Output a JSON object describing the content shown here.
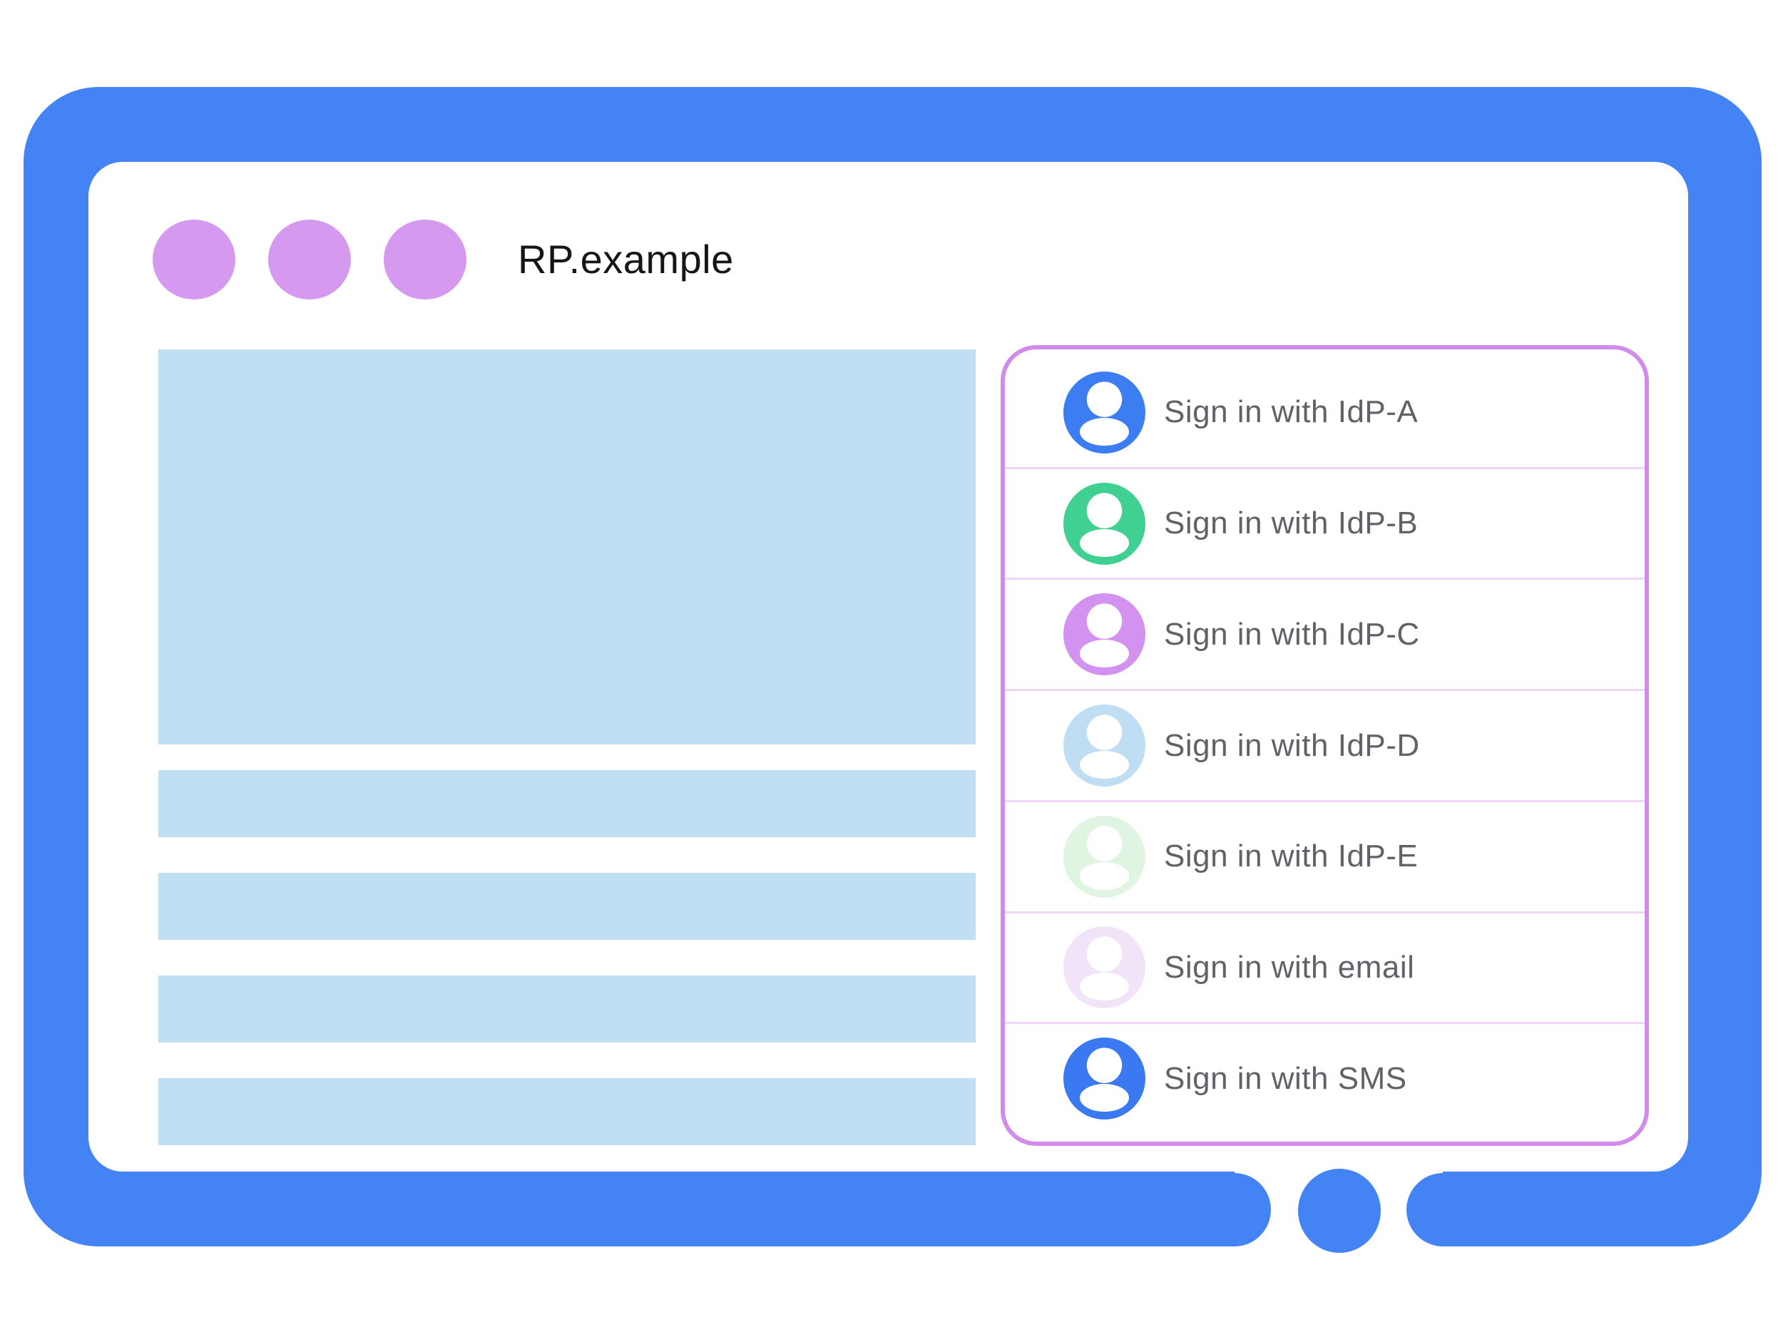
{
  "frame": {
    "color": "#4483f4"
  },
  "window": {
    "title": "RP.example",
    "dot_color": "#d59af0"
  },
  "content_placeholder": {
    "block_color": "#c1dff3"
  },
  "signin_dialog": {
    "border_color": "#d18ceb",
    "divider_color": "#f0d5f6",
    "label_color": "#5f6368",
    "options": [
      {
        "label": "Sign in with IdP-A",
        "avatar_color": "#3c7df2"
      },
      {
        "label": "Sign in with IdP-B",
        "avatar_color": "#3fd092"
      },
      {
        "label": "Sign in with IdP-C",
        "avatar_color": "#d392ef"
      },
      {
        "label": "Sign in with IdP-D",
        "avatar_color": "#bfddf3"
      },
      {
        "label": "Sign in with IdP-E",
        "avatar_color": "#dff5e1"
      },
      {
        "label": "Sign in with email",
        "avatar_color": "#f1e3f8"
      },
      {
        "label": "Sign in with SMS",
        "avatar_color": "#3a79f1"
      }
    ]
  },
  "home_button": {
    "color": "#4483f4"
  }
}
